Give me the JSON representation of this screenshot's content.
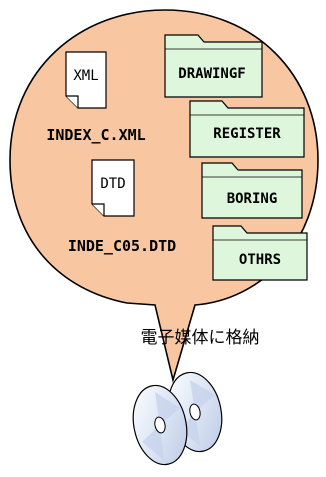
{
  "files": [
    {
      "id": "xml",
      "badge": "XML",
      "filename": "INDEX_C.XML"
    },
    {
      "id": "dtd",
      "badge": "DTD",
      "filename": "INDE_C05.DTD"
    }
  ],
  "folders": [
    {
      "id": "drawingf",
      "label": "DRAWINGF"
    },
    {
      "id": "register",
      "label": "REGISTER"
    },
    {
      "id": "boring",
      "label": "BORING"
    },
    {
      "id": "othrs",
      "label": "OTHRS"
    }
  ],
  "caption": "電子媒体に格納",
  "colors": {
    "bubble": "#F8C7A2",
    "bubble_outline": "#000000",
    "folder_fill": "#DDF6DC",
    "doc_fill": "#FFFFFF",
    "disc_fill": "#EEF3FB",
    "disc_shade": "#BFCDE6"
  },
  "icons": [
    "speech-bubble",
    "document-icon",
    "folder-icon",
    "cd-disc-icon"
  ]
}
